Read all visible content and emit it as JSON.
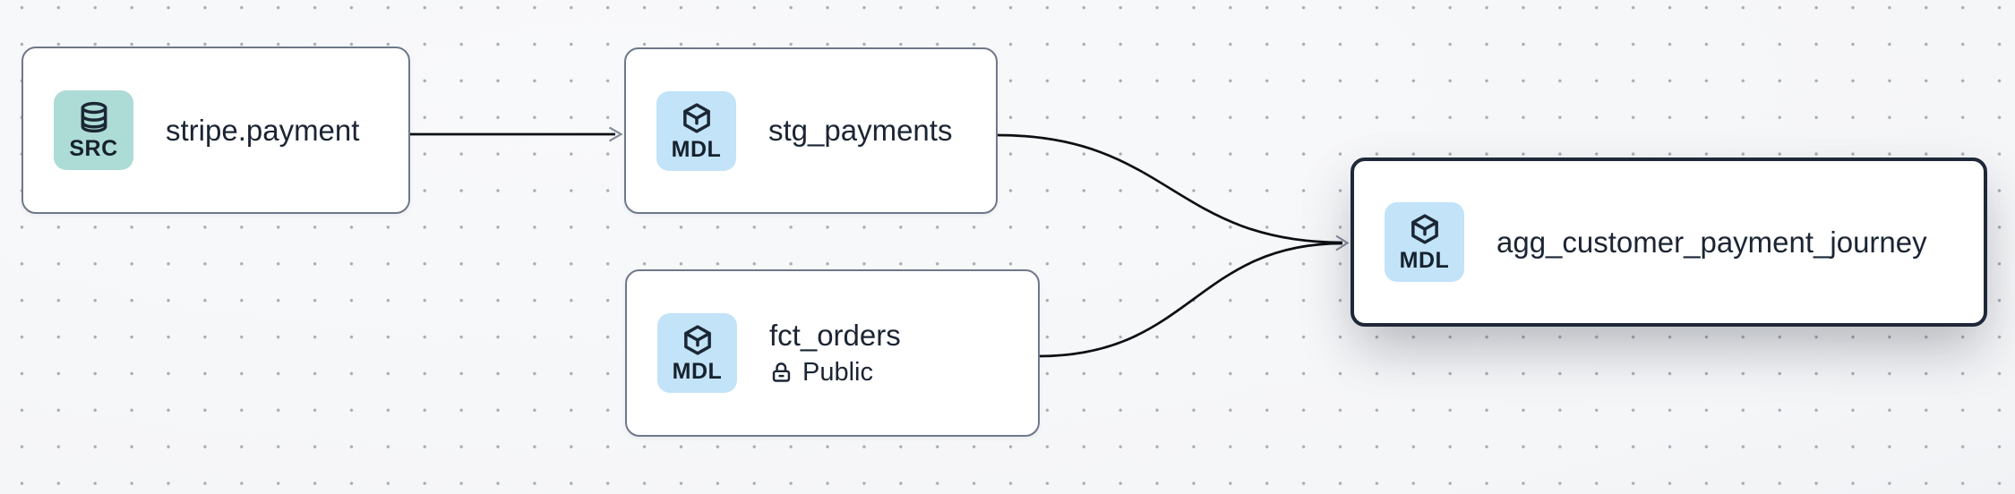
{
  "diagram": {
    "type": "data-lineage-graph",
    "nodes": [
      {
        "label": "stripe.payment",
        "badge": "SRC",
        "badge_icon": "database-icon",
        "kind": "source",
        "badge_color": "#addbd6",
        "selected": false
      },
      {
        "label": "stg_payments",
        "badge": "MDL",
        "badge_icon": "cube-icon",
        "kind": "model",
        "badge_color": "#c2e3f8",
        "selected": false
      },
      {
        "label": "fct_orders",
        "badge": "MDL",
        "badge_icon": "cube-icon",
        "kind": "model",
        "badge_color": "#c2e3f8",
        "visibility": "Public",
        "visibility_icon": "unlock-icon",
        "selected": false
      },
      {
        "label": "agg_customer_payment_journey",
        "badge": "MDL",
        "badge_icon": "cube-icon",
        "kind": "model",
        "badge_color": "#c2e3f8",
        "selected": true
      }
    ],
    "edges": [
      {
        "from": "stripe.payment",
        "to": "stg_payments"
      },
      {
        "from": "stg_payments",
        "to": "agg_customer_payment_journey"
      },
      {
        "from": "fct_orders",
        "to": "agg_customer_payment_journey"
      }
    ],
    "colors": {
      "canvas_background": "#f5f6f8",
      "dot_grid": "#8a919e",
      "node_background": "#ffffff",
      "node_border": "#6e7889",
      "selected_node_border": "#1e2838",
      "edge": "#0c0f13",
      "arrowhead": "#868e9b",
      "text": "#1b2533"
    }
  }
}
